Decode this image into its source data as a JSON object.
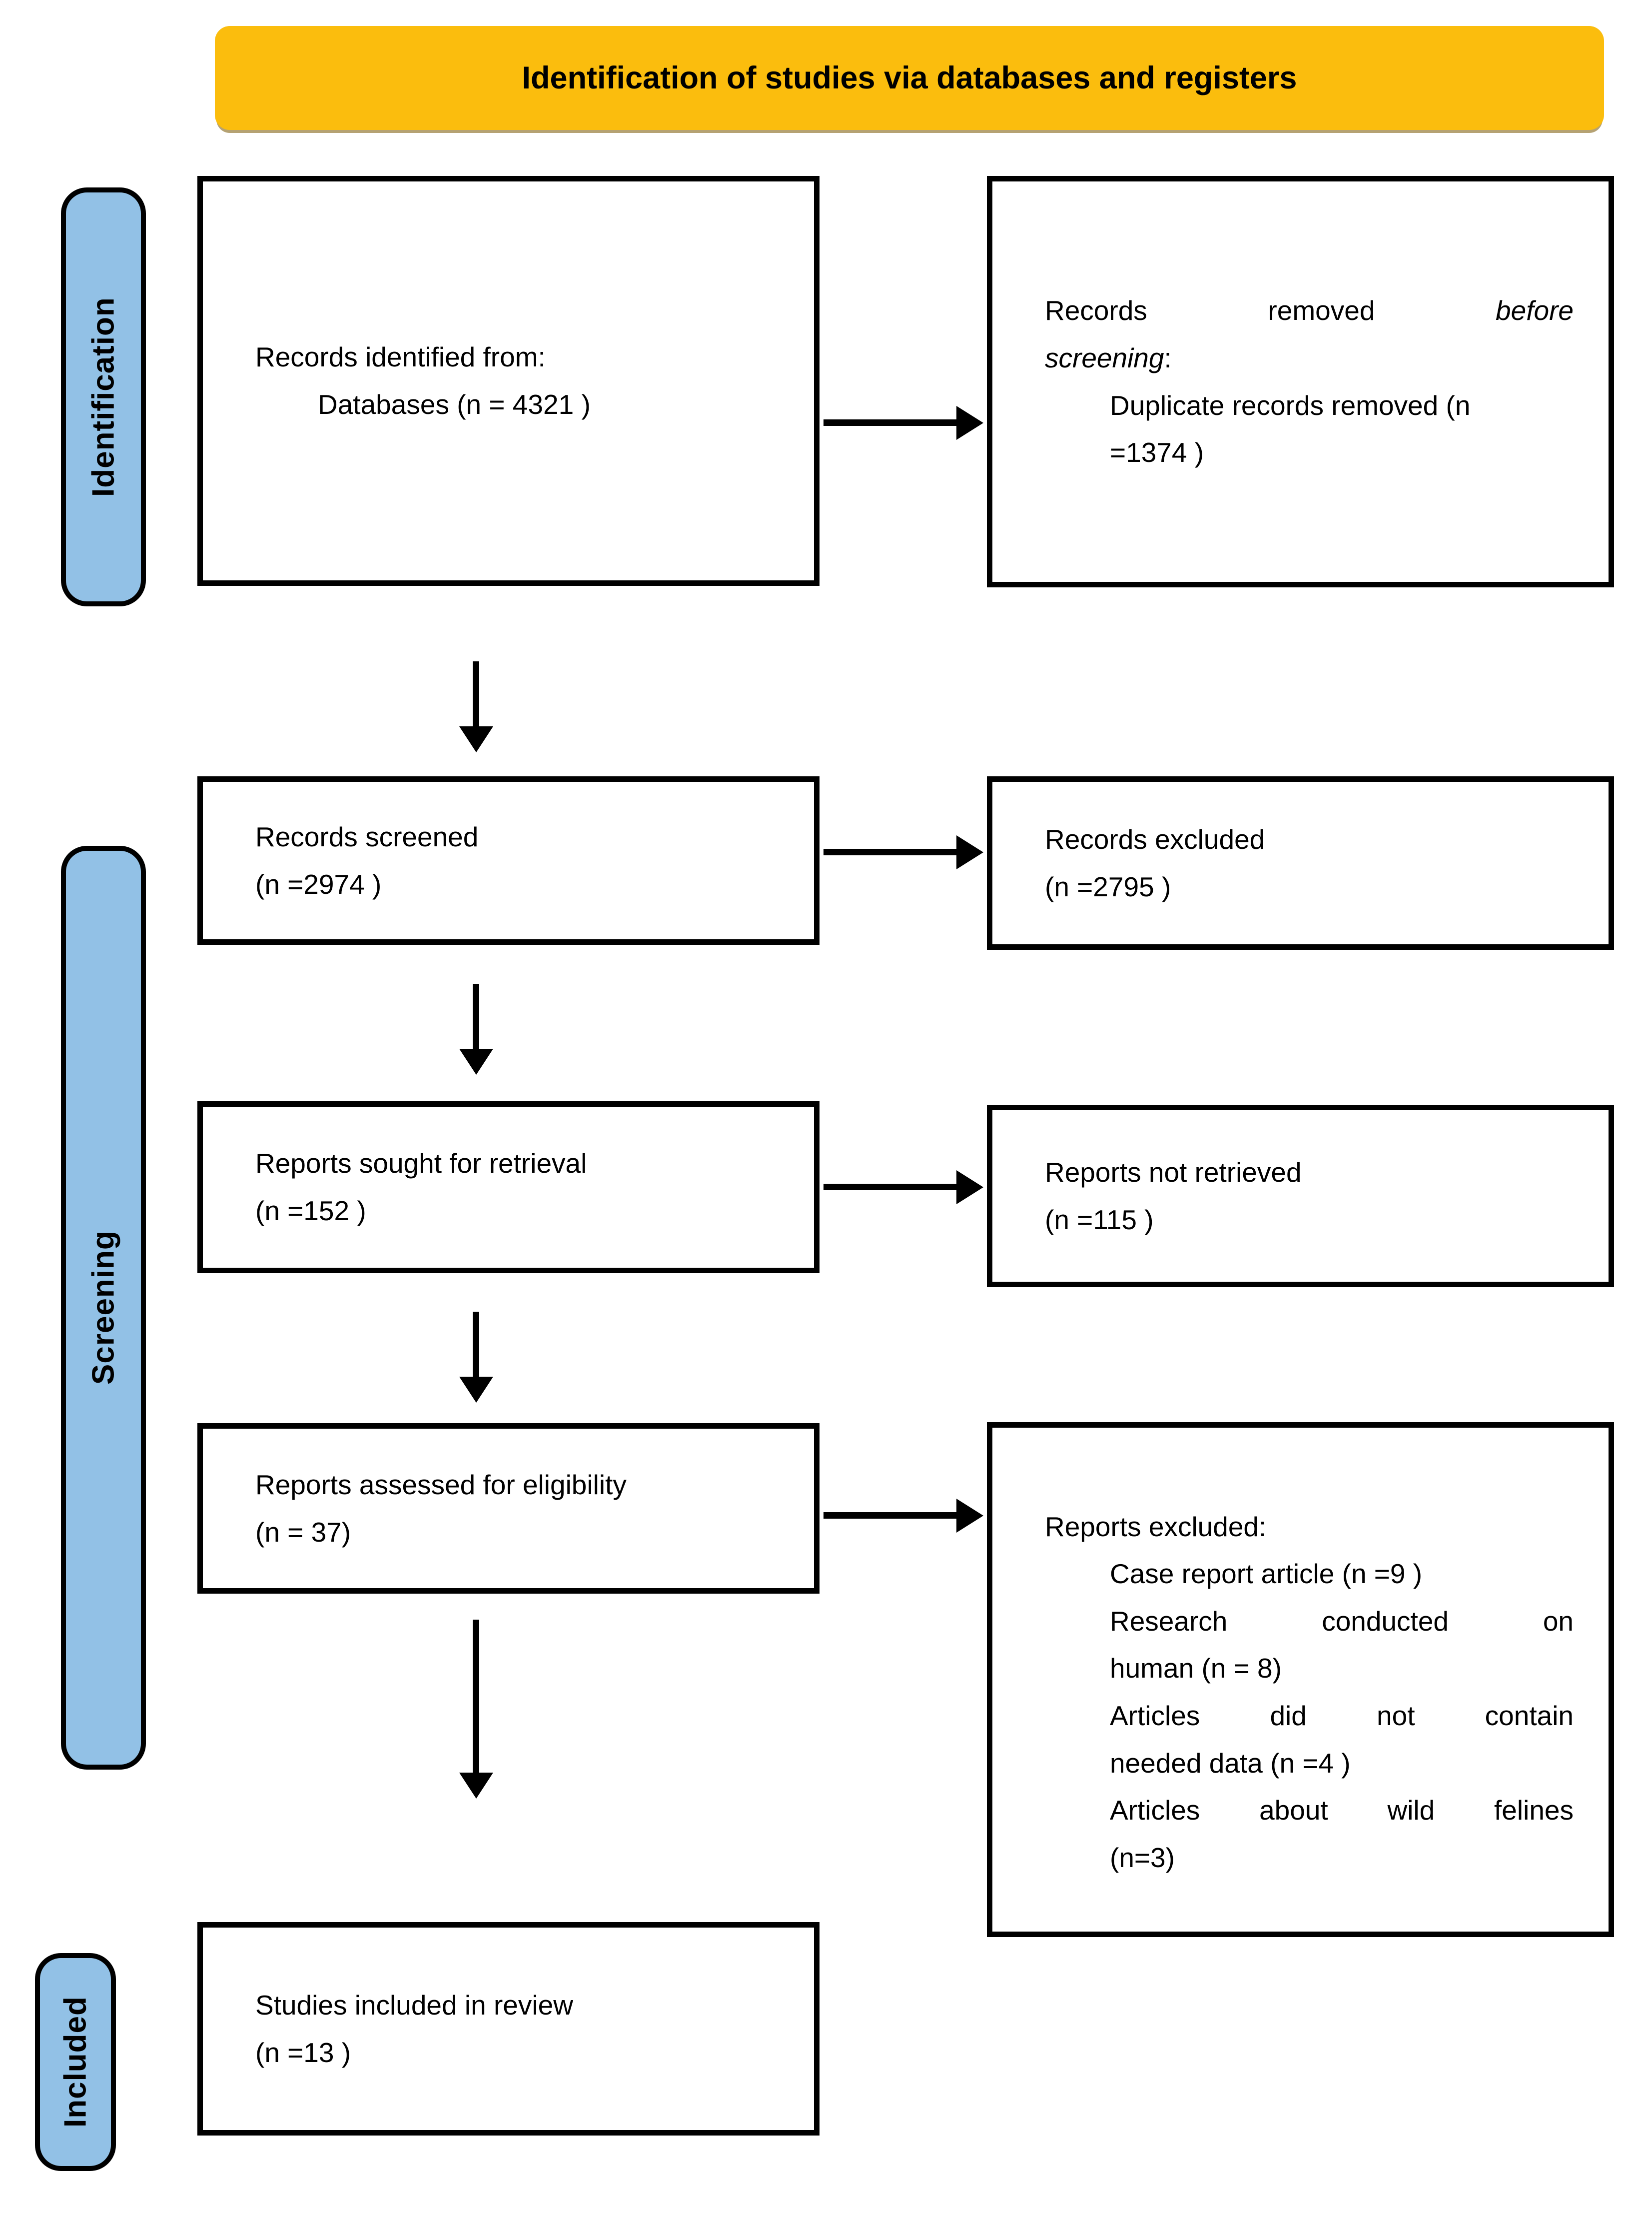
{
  "banner": {
    "title": "Identification of studies via databases and registers"
  },
  "stage_labels": [
    {
      "label": "Identification"
    },
    {
      "label": "Screening"
    },
    {
      "label": "Included"
    }
  ],
  "boxes": {
    "identified": {
      "lines": [
        "Records identified from:",
        "Databases (n = 4321 )"
      ]
    },
    "removed": {
      "line1_plain": "Records removed",
      "line1_italic": "before",
      "line2_italic": "screening",
      "line2_colon": ":",
      "detail_lines": [
        "Duplicate records removed  (n",
        "=1374 )"
      ]
    },
    "screened": {
      "lines": [
        "Records screened",
        "(n =2974 )"
      ]
    },
    "records_excluded": {
      "lines": [
        "Records excluded",
        "(n =2795 )"
      ]
    },
    "sought": {
      "lines": [
        "Reports sought for retrieval",
        "(n =152 )"
      ]
    },
    "not_retrieved": {
      "lines": [
        "Reports not retrieved",
        "(n =115 )"
      ]
    },
    "assessed": {
      "lines": [
        "Reports assessed for eligibility",
        "(n = 37)"
      ]
    },
    "reports_excluded": {
      "heading": "Reports excluded:",
      "items": [
        {
          "lines": [
            "Case report article  (n =9 )"
          ]
        },
        {
          "lines": [
            "Research conducted on",
            "human  (n = 8)"
          ]
        },
        {
          "lines": [
            "Articles did not contain",
            "needed data (n =4 )"
          ]
        },
        {
          "lines": [
            "Articles about wild felines",
            "(n=3)"
          ]
        }
      ]
    },
    "included_review": {
      "lines": [
        "Studies included in review",
        "(n =13 )"
      ]
    }
  },
  "colors": {
    "banner_bg": "#FBBD0D",
    "stage_bg": "#92C1E6",
    "box_border": "#000000",
    "arrow": "#000000"
  }
}
